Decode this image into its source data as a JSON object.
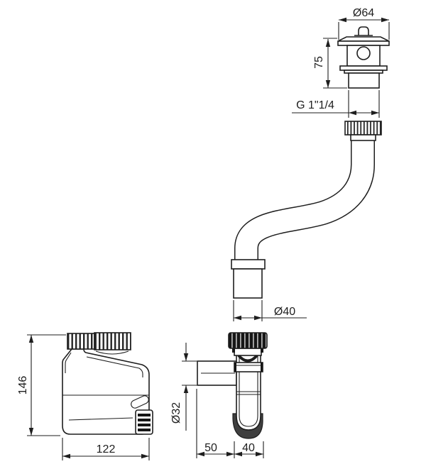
{
  "drawing_kind": "bottle-trap-technical-drawing",
  "colors": {
    "background": "#ffffff",
    "line": "#1e1e1e",
    "dark_fill": "#161616",
    "cap_fill": "#3f3f3f"
  },
  "dimensions": {
    "plug_diameter": "Ø64",
    "plug_height": "75",
    "thread_size": "G 1\"1/4",
    "tube_diameter": "Ø40",
    "trap_height": "146",
    "trap_width": "122",
    "outlet_diameter": "Ø32",
    "outlet_length": "50",
    "body_width": "40"
  }
}
